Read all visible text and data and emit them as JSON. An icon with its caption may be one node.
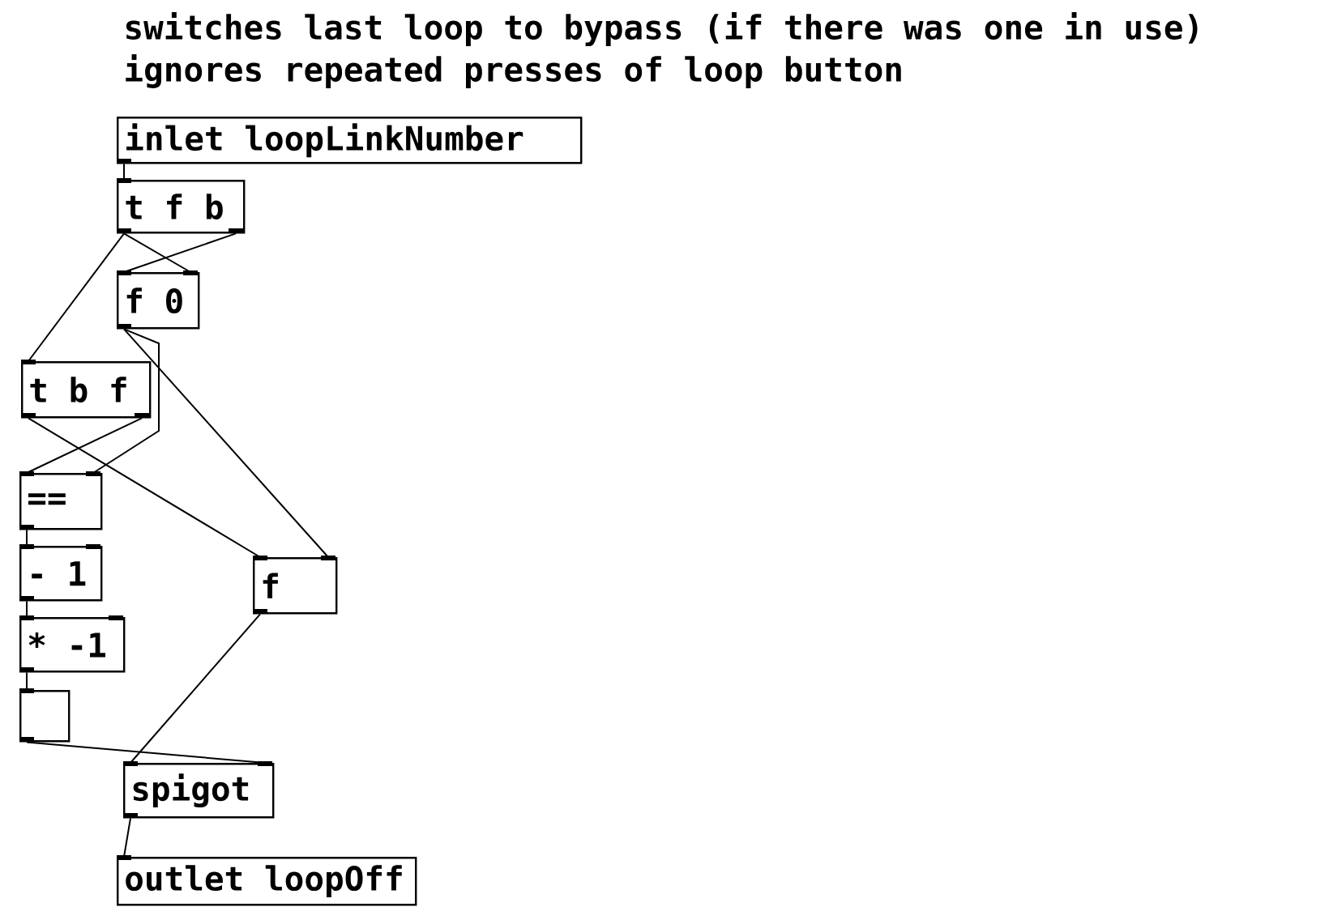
{
  "diagram": {
    "nodes": [
      {
        "text": [
          "inlet loopLinkNumber"
        ]
      },
      {
        "text": [
          "t f b"
        ]
      },
      {
        "text": [
          "f 0"
        ]
      },
      {
        "text": [
          "t b f"
        ]
      },
      {
        "text": [
          "=="
        ]
      },
      {
        "text": [
          "- 1"
        ]
      },
      {
        "text": [
          "* -1"
        ]
      },
      {
        "text": [],
        "shape": "box"
      },
      {
        "text": [
          "f"
        ]
      },
      {
        "text": [
          "spigot"
        ]
      },
      {
        "text": [
          "outlet loopOff"
        ]
      }
    ],
    "edges": [
      {
        "from": 0,
        "to": 1,
        "arrow": "none"
      },
      {
        "from": 1,
        "to": 2,
        "arrow": "none"
      },
      {
        "from": 1,
        "to": 2,
        "arrow": "none"
      },
      {
        "from": 1,
        "to": 3,
        "arrow": "none"
      },
      {
        "from": 2,
        "to": 4,
        "arrow": "none"
      },
      {
        "from": 2,
        "to": 8,
        "arrow": "none"
      },
      {
        "from": 3,
        "to": 8,
        "arrow": "none"
      },
      {
        "from": 3,
        "to": 4,
        "arrow": "none"
      },
      {
        "from": 4,
        "to": 5,
        "arrow": "none"
      },
      {
        "from": 5,
        "to": 6,
        "arrow": "none"
      },
      {
        "from": 6,
        "to": 7,
        "arrow": "none"
      },
      {
        "from": 7,
        "to": 9,
        "arrow": "none"
      },
      {
        "from": 8,
        "to": 9,
        "arrow": "none"
      },
      {
        "from": 9,
        "to": 10,
        "arrow": "none"
      }
    ],
    "labels": [
      "switches last loop to bypass (if there was one in use)",
      "ignores repeated presses of loop button"
    ]
  }
}
